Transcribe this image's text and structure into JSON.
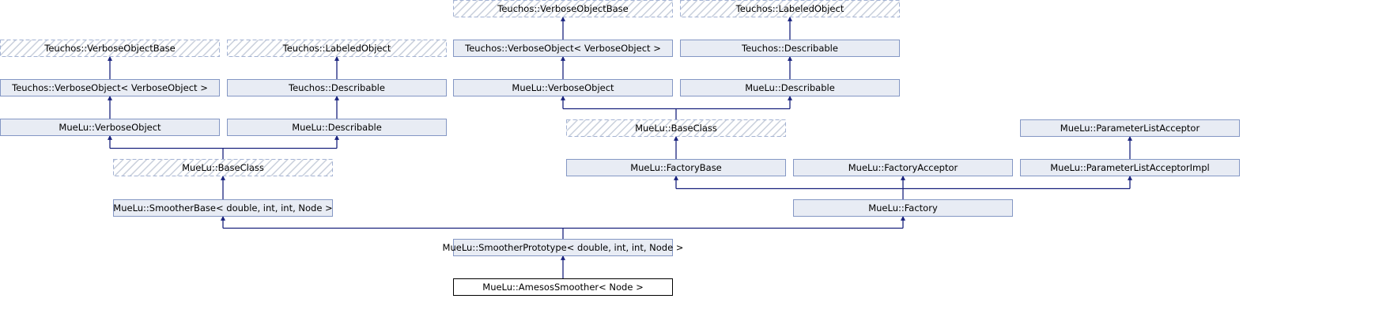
{
  "diagram": {
    "type": "class-inheritance",
    "colors": {
      "box_fill": "#e8ecf4",
      "box_border": "#8497c4",
      "virtual_border": "#a4b3d4",
      "hatch": "#c9d0dc",
      "focus_fill": "#ffffff",
      "focus_border": "#000000",
      "edge": "#1a237e"
    },
    "nodes": [
      {
        "id": "l_tvob",
        "label": "Teuchos::VerboseObjectBase",
        "style": "virtual"
      },
      {
        "id": "l_tlo",
        "label": "Teuchos::LabeledObject",
        "style": "virtual"
      },
      {
        "id": "l_tvo",
        "label": "Teuchos::VerboseObject< VerboseObject >",
        "style": "normal"
      },
      {
        "id": "l_td",
        "label": "Teuchos::Describable",
        "style": "normal"
      },
      {
        "id": "l_mvo",
        "label": "MueLu::VerboseObject",
        "style": "normal"
      },
      {
        "id": "l_md",
        "label": "MueLu::Describable",
        "style": "normal"
      },
      {
        "id": "l_mbc",
        "label": "MueLu::BaseClass",
        "style": "virtual"
      },
      {
        "id": "sbase",
        "label": "MueLu::SmootherBase< double, int, int, Node >",
        "style": "normal"
      },
      {
        "id": "r_tvob",
        "label": "Teuchos::VerboseObjectBase",
        "style": "virtual"
      },
      {
        "id": "r_tlo",
        "label": "Teuchos::LabeledObject",
        "style": "virtual"
      },
      {
        "id": "r_tvo",
        "label": "Teuchos::VerboseObject< VerboseObject >",
        "style": "normal"
      },
      {
        "id": "r_td",
        "label": "Teuchos::Describable",
        "style": "normal"
      },
      {
        "id": "r_mvo",
        "label": "MueLu::VerboseObject",
        "style": "normal"
      },
      {
        "id": "r_md",
        "label": "MueLu::Describable",
        "style": "normal"
      },
      {
        "id": "r_mbc",
        "label": "MueLu::BaseClass",
        "style": "virtual"
      },
      {
        "id": "fbase",
        "label": "MueLu::FactoryBase",
        "style": "normal"
      },
      {
        "id": "facc",
        "label": "MueLu::FactoryAcceptor",
        "style": "normal"
      },
      {
        "id": "pla",
        "label": "MueLu::ParameterListAcceptor",
        "style": "normal"
      },
      {
        "id": "plai",
        "label": "MueLu::ParameterListAcceptorImpl",
        "style": "normal"
      },
      {
        "id": "fact",
        "label": "MueLu::Factory",
        "style": "normal"
      },
      {
        "id": "sproto",
        "label": "MueLu::SmootherPrototype< double, int, int, Node >",
        "style": "normal"
      },
      {
        "id": "amesos",
        "label": "MueLu::AmesosSmoother< Node >",
        "style": "focus"
      }
    ],
    "edges": [
      {
        "from": "l_tvo",
        "to": "l_tvob"
      },
      {
        "from": "l_td",
        "to": "l_tlo"
      },
      {
        "from": "l_mvo",
        "to": "l_tvo"
      },
      {
        "from": "l_md",
        "to": "l_td"
      },
      {
        "from": "l_mbc",
        "to": [
          "l_mvo",
          "l_md"
        ]
      },
      {
        "from": "sbase",
        "to": "l_mbc"
      },
      {
        "from": "r_tvo",
        "to": "r_tvob"
      },
      {
        "from": "r_td",
        "to": "r_tlo"
      },
      {
        "from": "r_mvo",
        "to": "r_tvo"
      },
      {
        "from": "r_md",
        "to": "r_td"
      },
      {
        "from": "r_mbc",
        "to": [
          "r_mvo",
          "r_md"
        ]
      },
      {
        "from": "fbase",
        "to": "r_mbc"
      },
      {
        "from": "plai",
        "to": "pla"
      },
      {
        "from": "fact",
        "to": [
          "fbase",
          "facc",
          "plai"
        ]
      },
      {
        "from": "sproto",
        "to": [
          "sbase",
          "fact"
        ]
      },
      {
        "from": "amesos",
        "to": "sproto"
      }
    ]
  }
}
